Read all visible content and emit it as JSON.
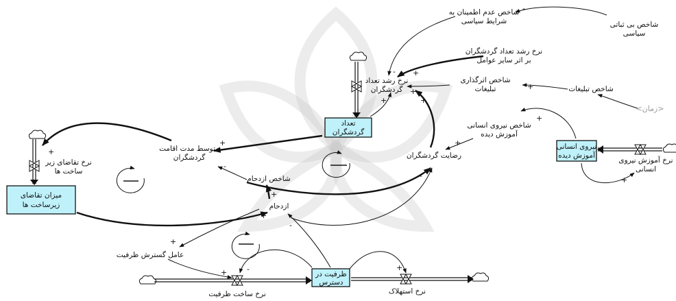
{
  "stocks": {
    "tourists": [
      "تعداد",
      "گردشگران"
    ],
    "infra_demand": [
      "میزان تقاضای",
      "زیرساخت ها"
    ],
    "capacity": [
      "ظرفیت در",
      "دسترس"
    ],
    "trained_workforce": [
      "نیروی انسانی",
      "آموزش دیده"
    ]
  },
  "variables": {
    "growth_rate": [
      "نرخ رشد تعداد",
      "گردشگران"
    ],
    "political_uncertainty": [
      "شاخص عدم اطمینان به",
      "شرایط سیاسی"
    ],
    "political_instability": [
      "شاخص بی ثباتی",
      "سیاسی"
    ],
    "other_factors": [
      "نرخ رشد تعداد گردشگران",
      "بر اثر سایر عوامل"
    ],
    "ad_impact": [
      "شاخص اثرگذاری",
      "تبلیغات"
    ],
    "ad_index": "شاخص تبلیغات",
    "time": "<زمان>",
    "workforce_index": [
      "شاخص نیروی انسانی",
      "آموزش دیده"
    ],
    "satisfaction": "رضایت گردشگران",
    "avg_stay": [
      "متوسط مدت اقامت",
      "گردشگران"
    ],
    "infra_demand_rate": [
      "نرخ تقاضای زیر",
      "ساخت ها"
    ],
    "congestion_index": "شاخص ازدحام",
    "congestion": "ازدحام",
    "capacity_expansion": "عامل گسترش ظرفیت",
    "capacity_build_rate": "نرخ ساخت ظرفیت",
    "depreciation_rate": "نرخ استهلاک",
    "training_rate": [
      "نرخ آموزش نیروی",
      "انسانی"
    ]
  },
  "signs": {
    "plus": "+",
    "minus": "-"
  }
}
